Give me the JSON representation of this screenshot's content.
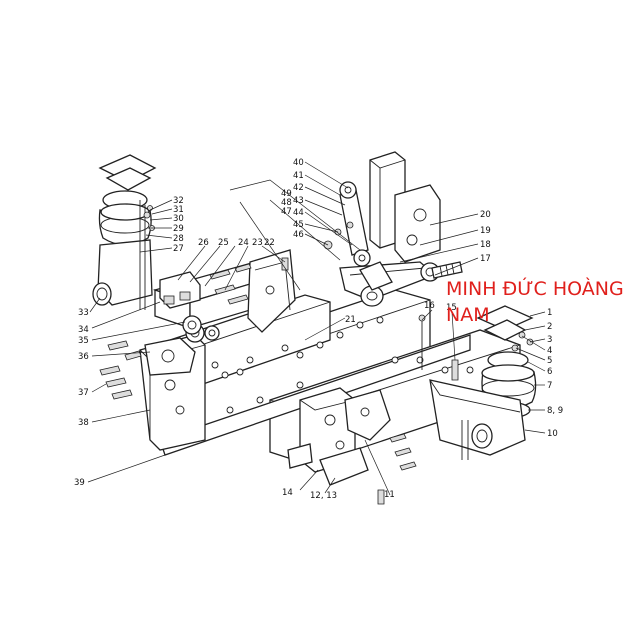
{
  "watermark": {
    "text": "MINH ĐỨC HOÀNG NAM",
    "color": "#e0201c"
  },
  "callouts": [
    {
      "id": "c1",
      "text": "1"
    },
    {
      "id": "c2",
      "text": "2"
    },
    {
      "id": "c3",
      "text": "3"
    },
    {
      "id": "c4",
      "text": "4"
    },
    {
      "id": "c5",
      "text": "5"
    },
    {
      "id": "c6",
      "text": "6"
    },
    {
      "id": "c7",
      "text": "7"
    },
    {
      "id": "c89",
      "text": "8, 9"
    },
    {
      "id": "c10",
      "text": "10"
    },
    {
      "id": "c11",
      "text": "11"
    },
    {
      "id": "c1213",
      "text": "12, 13"
    },
    {
      "id": "c14",
      "text": "14"
    },
    {
      "id": "c15",
      "text": "15"
    },
    {
      "id": "c16",
      "text": "16"
    },
    {
      "id": "c17",
      "text": "17"
    },
    {
      "id": "c18",
      "text": "18"
    },
    {
      "id": "c19",
      "text": "19"
    },
    {
      "id": "c20",
      "text": "20"
    },
    {
      "id": "c21",
      "text": "21"
    },
    {
      "id": "c22",
      "text": "22"
    },
    {
      "id": "c23",
      "text": "23"
    },
    {
      "id": "c24",
      "text": "24"
    },
    {
      "id": "c25",
      "text": "25"
    },
    {
      "id": "c26",
      "text": "26"
    },
    {
      "id": "c27",
      "text": "27"
    },
    {
      "id": "c28",
      "text": "28"
    },
    {
      "id": "c29",
      "text": "29"
    },
    {
      "id": "c30",
      "text": "30"
    },
    {
      "id": "c31",
      "text": "31"
    },
    {
      "id": "c32",
      "text": "32"
    },
    {
      "id": "c33",
      "text": "33"
    },
    {
      "id": "c34",
      "text": "34"
    },
    {
      "id": "c35",
      "text": "35"
    },
    {
      "id": "c36",
      "text": "36"
    },
    {
      "id": "c37",
      "text": "37"
    },
    {
      "id": "c38",
      "text": "38"
    },
    {
      "id": "c39",
      "text": "39"
    },
    {
      "id": "c40",
      "text": "40"
    },
    {
      "id": "c41",
      "text": "41"
    },
    {
      "id": "c42",
      "text": "42"
    },
    {
      "id": "c43",
      "text": "43"
    },
    {
      "id": "c44",
      "text": "44"
    },
    {
      "id": "c45",
      "text": "45"
    },
    {
      "id": "c46",
      "text": "46"
    },
    {
      "id": "c47",
      "text": "47"
    },
    {
      "id": "c48",
      "text": "48"
    },
    {
      "id": "c49",
      "text": "49"
    }
  ]
}
